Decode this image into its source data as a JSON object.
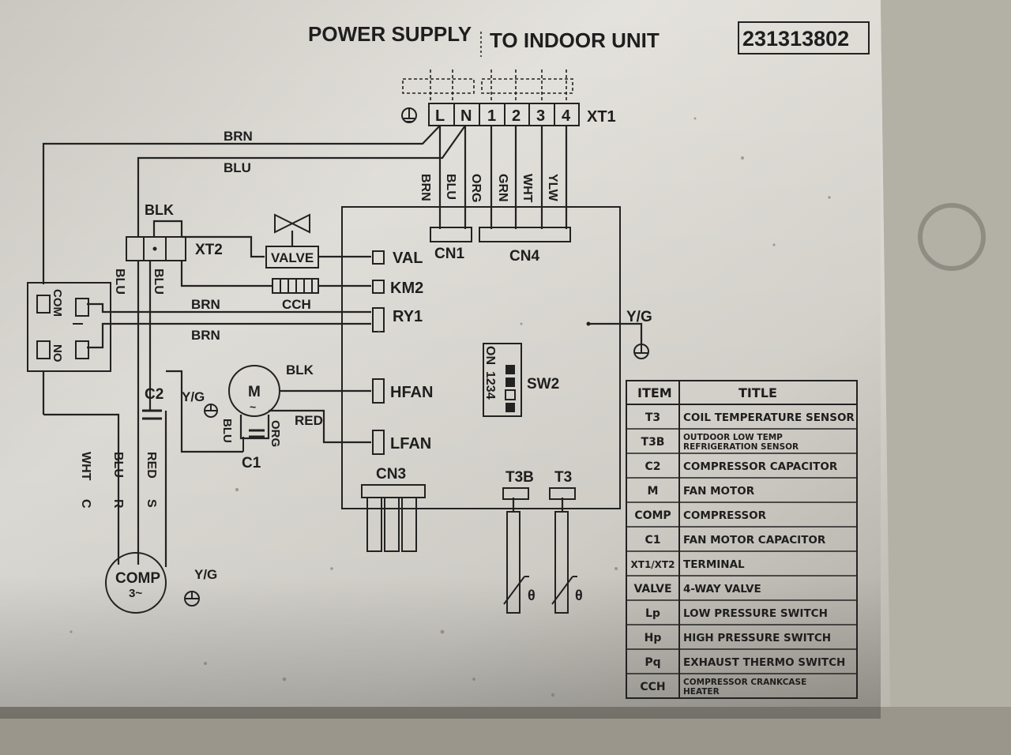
{
  "header": {
    "power_supply": "POWER SUPPLY",
    "to_indoor": "TO INDOOR UNIT",
    "code": "231313802"
  },
  "terminal_xt1": {
    "name": "XT1",
    "terminals": [
      "L",
      "N",
      "1",
      "2",
      "3",
      "4"
    ]
  },
  "wire_colors_top": [
    "BRN",
    "BLU",
    "ORG",
    "GRN",
    "WHT",
    "YLW"
  ],
  "wires": {
    "brn_top": "BRN",
    "blu_top": "BLU",
    "blk_xt2": "BLK",
    "blu_left_a": "BLU",
    "blu_left_b": "BLU",
    "brn_ry1_a": "BRN",
    "brn_ry1_b": "BRN",
    "blk_fan": "BLK",
    "red_fan": "RED",
    "blu_motor": "BLU",
    "org_motor": "ORG",
    "wht": "WHT",
    "c": "C",
    "blu_comp": "BLU",
    "r": "R",
    "red_comp": "RED",
    "s": "S",
    "yg_board": "Y/G",
    "yg_motor": "Y/G",
    "yg_comp": "Y/G"
  },
  "components": {
    "xt2": "XT2",
    "valve": "VALVE",
    "cch": "CCH",
    "motor": "M",
    "motor_sub": "~",
    "c2": "C2",
    "c1": "C1",
    "comp": "COMP",
    "comp_sub": "3~",
    "relay_com": "COM",
    "relay_no": "NO"
  },
  "board": {
    "cn1": "CN1",
    "cn4": "CN4",
    "cn3": "CN3",
    "val": "VAL",
    "km2": "KM2",
    "ry1": "RY1",
    "hfan": "HFAN",
    "lfan": "LFAN",
    "sw2": "SW2",
    "sw2_on": "ON",
    "sw2_nums": "1234",
    "t3b": "T3B",
    "t3": "T3",
    "theta": "θ"
  },
  "legend": {
    "headers": [
      "ITEM",
      "TITLE"
    ],
    "rows": [
      [
        "T3",
        "COIL TEMPERATURE SENSOR"
      ],
      [
        "T3B",
        "OUTDOOR LOW TEMP REFRIGERATION SENSOR"
      ],
      [
        "C2",
        "COMPRESSOR CAPACITOR"
      ],
      [
        "M",
        "FAN MOTOR"
      ],
      [
        "COMP",
        "COMPRESSOR"
      ],
      [
        "C1",
        "FAN MOTOR CAPACITOR"
      ],
      [
        "XT1/XT2",
        "TERMINAL"
      ],
      [
        "VALVE",
        "4-WAY VALVE"
      ],
      [
        "Lp",
        "LOW PRESSURE SWITCH"
      ],
      [
        "Hp",
        "HIGH PRESSURE SWITCH"
      ],
      [
        "Pq",
        "EXHAUST THERMO SWITCH"
      ],
      [
        "CCH",
        "COMPRESSOR CRANKCASE HEATER"
      ]
    ]
  },
  "colors": {
    "plate": "#dcdad3",
    "ink": "#1e1e1e",
    "background": "#9d9a90"
  }
}
